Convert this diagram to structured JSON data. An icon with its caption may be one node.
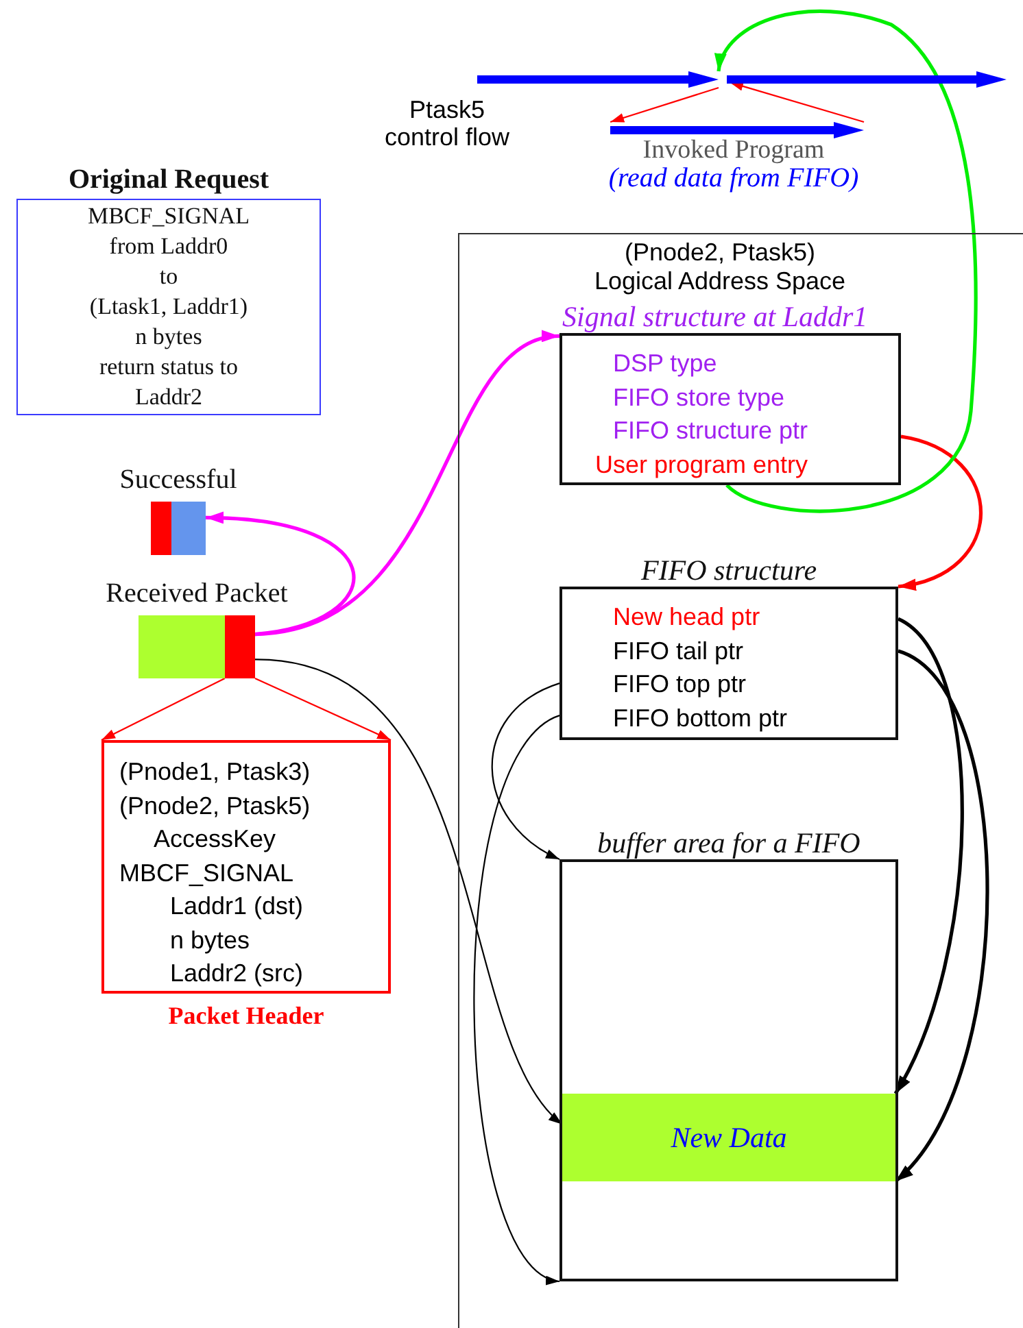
{
  "diagram": {
    "nodes": [
      {
        "text": [
          "Original Request",
          "MBCF_SIGNAL",
          "from  Laddr0",
          "to",
          "(Ltask1, Laddr1)",
          "n bytes",
          "return status to",
          "Laddr2"
        ]
      },
      {
        "text": [
          "Successful"
        ]
      },
      {
        "text": [
          "Received Packet"
        ]
      },
      {
        "text": [
          "(Pnode1, Ptask3)",
          "(Pnode2, Ptask5)",
          "AccessKey",
          "MBCF_SIGNAL",
          "Laddr1 (dst)",
          "n bytes",
          "Laddr2 (src)",
          "Packet  Header"
        ]
      },
      {
        "text": [
          "(Pnode2, Ptask5)",
          "Logical Address Space"
        ]
      },
      {
        "text": [
          "Signal structure at Laddr1",
          "DSP  type",
          "FIFO  store  type",
          "FIFO  structure  ptr",
          "User  program  entry"
        ],
        "in": 4
      },
      {
        "text": [
          "FIFO structure",
          "New  head  ptr",
          "FIFO  tail  ptr",
          "FIFO  top  ptr",
          "FIFO  bottom  ptr"
        ],
        "in": 4
      },
      {
        "text": [
          "buffer area for a FIFO"
        ],
        "in": 4
      },
      {
        "text": [
          "New  Data"
        ],
        "in": 7
      },
      {
        "text": [],
        "shape": "arrow",
        "beside": [
          "Ptask5 control flow"
        ]
      },
      {
        "text": [
          "Invoked Program",
          "(read  data  from  FIFO)"
        ]
      },
      {
        "text": [],
        "shape": "arrow"
      }
    ],
    "edges": [
      {
        "from": 2,
        "to": 1,
        "arrow": "to",
        "style": "thick",
        "color": "#ff00ff"
      },
      {
        "from": 2,
        "to": 5,
        "arrow": "to",
        "style": "thick",
        "color": "#ff00ff"
      },
      {
        "from": 2,
        "to": 3,
        "arrow": "to",
        "color": "#ff0000"
      },
      {
        "from": 2,
        "to": 3,
        "arrow": "to",
        "color": "#ff0000"
      },
      {
        "from": 2,
        "to": 8,
        "arrow": "to",
        "color": "#000000"
      },
      {
        "from": 5,
        "to": 6,
        "arrow": "to",
        "style": "thick",
        "color": "#ff0000"
      },
      {
        "from": 5,
        "to": 9,
        "arrow": "to",
        "style": "thick",
        "color": "#00ee00"
      },
      {
        "from": 6,
        "to": 8,
        "arrow": "to",
        "style": "thick",
        "color": "#000000"
      },
      {
        "from": 6,
        "to": 8,
        "arrow": "to",
        "style": "thick",
        "color": "#000000"
      },
      {
        "from": 6,
        "to": 7,
        "arrow": "to",
        "color": "#000000"
      },
      {
        "from": 6,
        "to": 7,
        "arrow": "to",
        "color": "#000000"
      },
      {
        "from": 9,
        "to": 10,
        "arrow": "to",
        "color": "#ff0000"
      },
      {
        "from": 10,
        "to": 11,
        "arrow": "to",
        "color": "#ff0000"
      }
    ]
  }
}
